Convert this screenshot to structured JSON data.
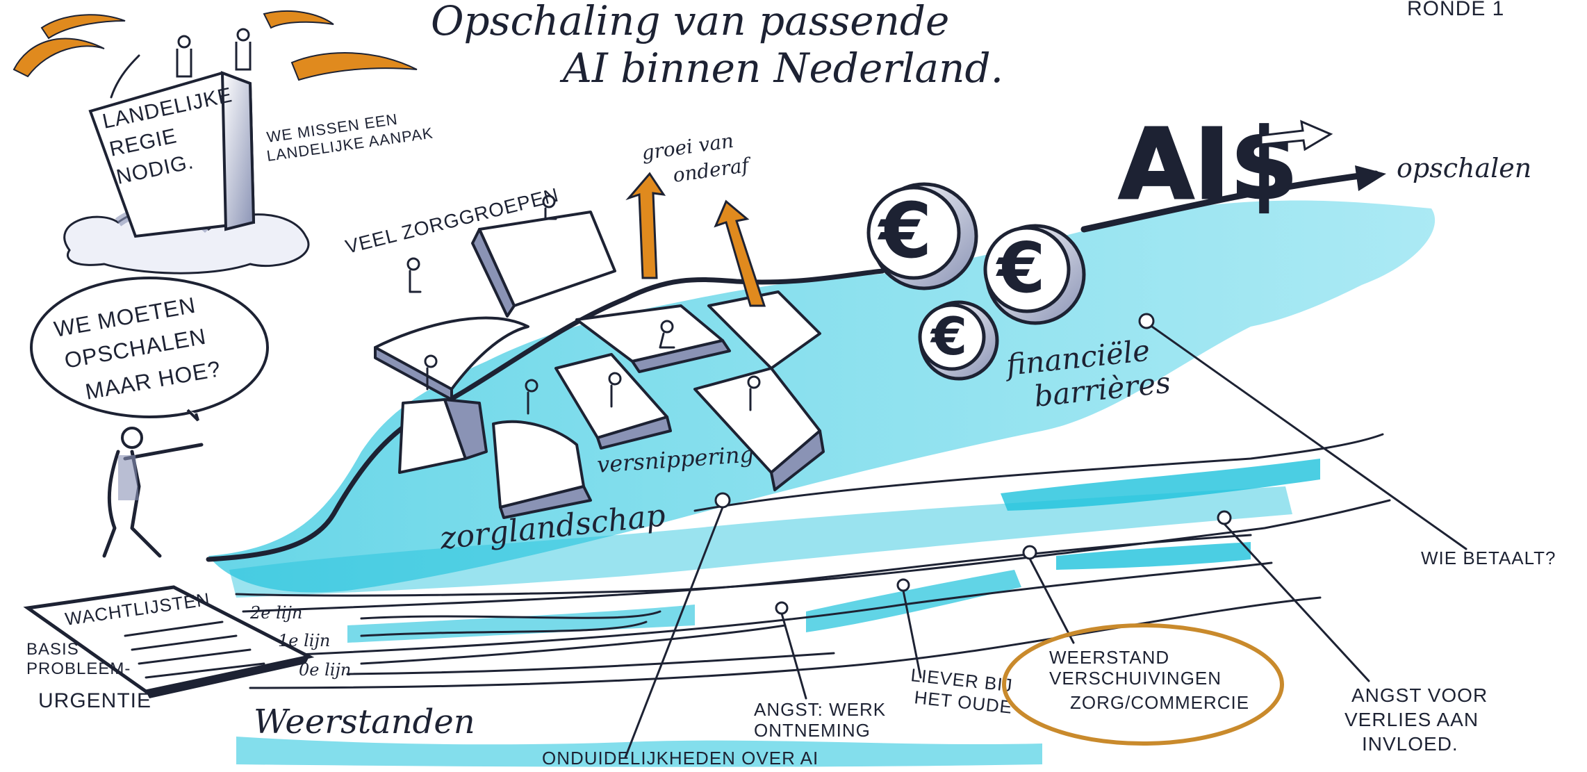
{
  "title": {
    "line1": "Opschaling van passende",
    "line2": "AI binnen Nederland."
  },
  "round_label": "RONDE 1",
  "top_left": {
    "box_text": [
      "LANDELIJKE",
      "REGIE",
      "NODIG."
    ],
    "note": [
      "WE MISSEN EEN",
      "LANDELIJKE AANPAK"
    ]
  },
  "speech_bubble": [
    "WE MOETEN",
    "OPSCHALEN",
    "MAAR HOE?"
  ],
  "care_groups_label": "VEEL ZORGGROEPEN",
  "growth_label": [
    "groei van",
    "onderaf"
  ],
  "scale_up_label": "opschalen",
  "ai_letters": "AI$",
  "financial_label": [
    "financiële",
    "barrières"
  ],
  "fragmentation_label": "versnippering",
  "care_landscape_label": "zorglandschap",
  "waitlist": {
    "paper_title": "WACHTLIJSTEN",
    "side_labels": [
      "BASIS",
      "PROBLEEM-"
    ],
    "urgency": "URGENTIE"
  },
  "lines": {
    "line2": "2e lijn",
    "line1": "1e lijn",
    "line0": "0e lijn"
  },
  "resistances_label": "Weerstanden",
  "callouts": {
    "who_pays": "WIE BETAALT?",
    "fear_job": [
      "ANGST: WERK",
      "ONTNEMING"
    ],
    "prefer_old": [
      "LIEVER BIJ",
      "HET OUDE"
    ],
    "resistance_shift": [
      "WEERSTAND",
      "VERSCHUIVINGEN",
      "ZORG/COMMERCIE"
    ],
    "fear_influence": [
      "ANGST VOOR",
      "VERLIES AAN",
      "INVLOED."
    ],
    "uncertainty_ai": "ONDUIDELIJKHEDEN OVER AI"
  },
  "colors": {
    "water": "#1ec2dc",
    "ink": "#1d2233",
    "orange": "#e08a1e",
    "shadow": "#8a93b5",
    "oval": "#c98a2c"
  }
}
